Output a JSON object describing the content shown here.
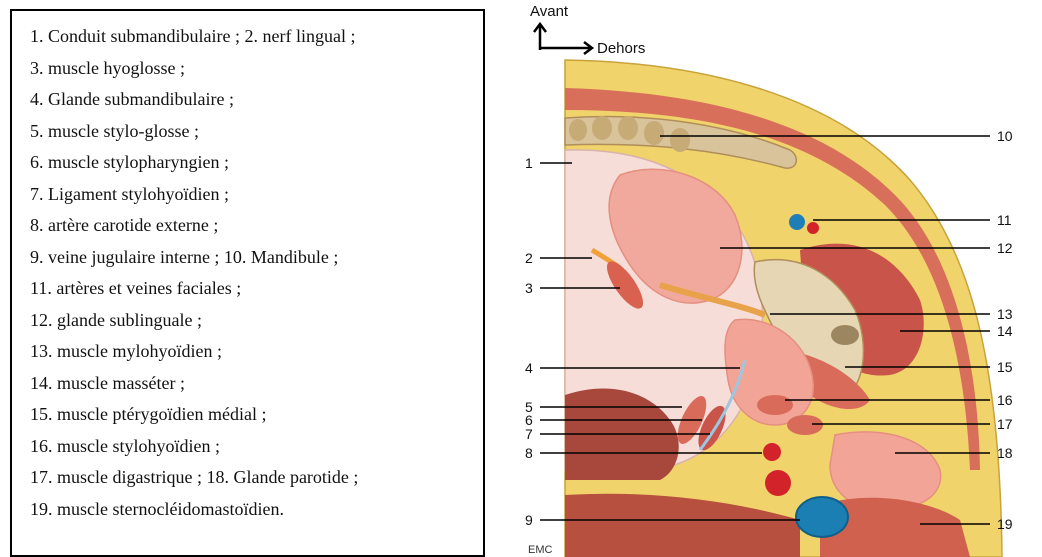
{
  "legend": {
    "lines": [
      "1. Conduit submandibulaire ; 2. nerf lingual ;",
      "3. muscle hyoglosse ;",
      "4. Glande submandibulaire ;",
      "5. muscle stylo-glosse ;",
      "6. muscle stylopharyngien ;",
      "7. Ligament stylohyoïdien ;",
      "8. artère carotide externe ;",
      "9. veine jugulaire interne ; 10. Mandibule ;",
      "11. artères et veines faciales ;",
      "12. glande sublinguale ;",
      "13. muscle mylohyoïdien ;",
      "14. muscle masséter ;",
      "15. muscle ptérygoïdien médial ;",
      "16. muscle stylohyoïdien ;",
      "17. muscle digastrique ; 18. Glande parotide ;",
      "19. muscle sternocléidomastoïdien."
    ]
  },
  "figure": {
    "orientation": {
      "anterior": "Avant",
      "lateral": "Dehors"
    },
    "credit": "EMC",
    "labels": [
      "1",
      "2",
      "3",
      "4",
      "5",
      "6",
      "7",
      "8",
      "9",
      "10",
      "11",
      "12",
      "13",
      "14",
      "15",
      "16",
      "17",
      "18",
      "19"
    ]
  }
}
